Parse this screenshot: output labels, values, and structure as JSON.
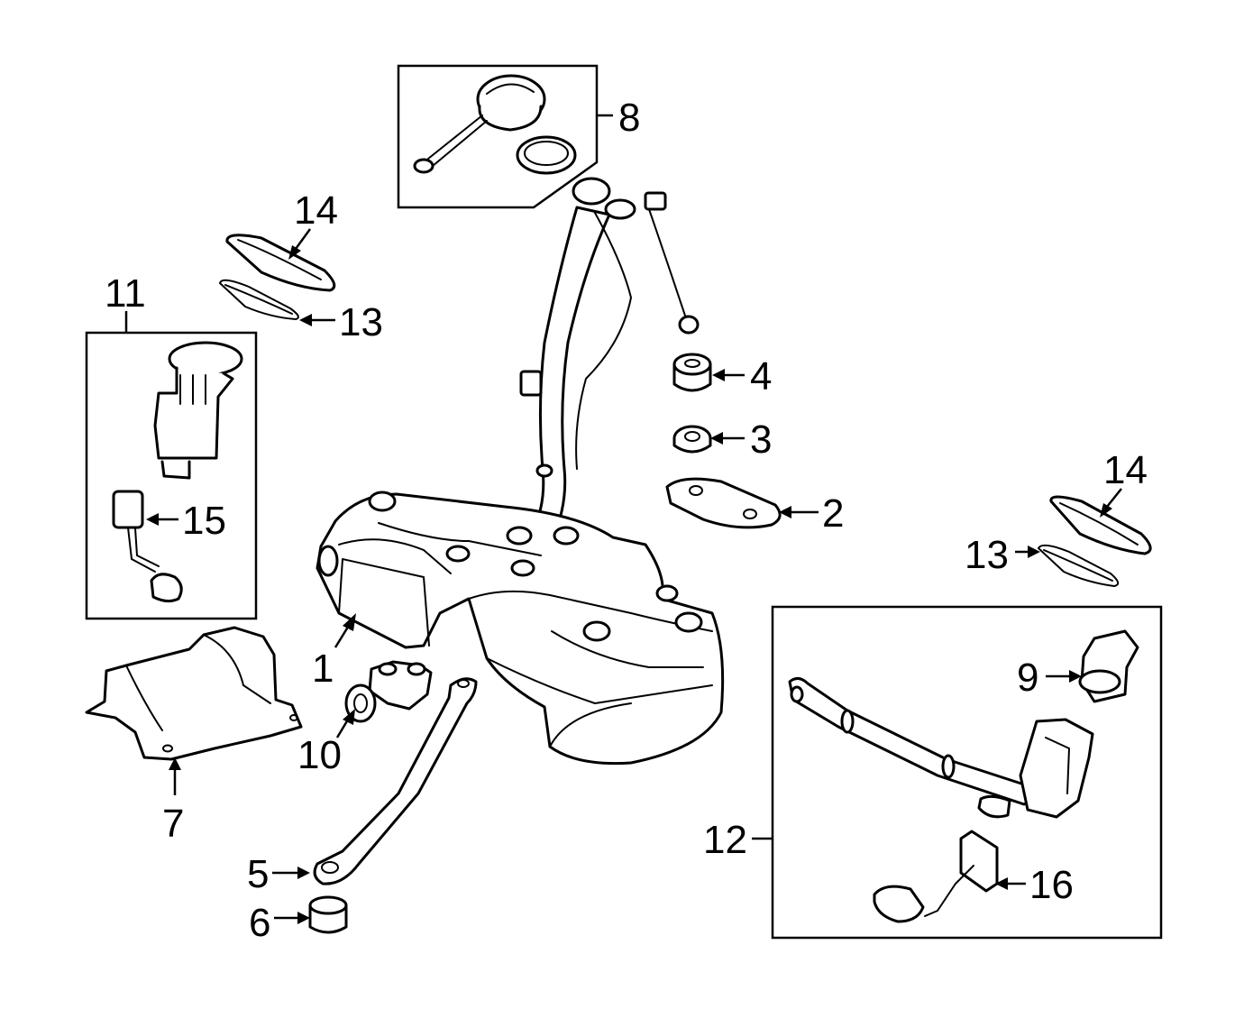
{
  "callouts": [
    {
      "id": "1",
      "text": "1"
    },
    {
      "id": "2",
      "text": "2"
    },
    {
      "id": "3",
      "text": "3"
    },
    {
      "id": "4",
      "text": "4"
    },
    {
      "id": "5",
      "text": "5"
    },
    {
      "id": "6",
      "text": "6"
    },
    {
      "id": "7",
      "text": "7"
    },
    {
      "id": "8",
      "text": "8"
    },
    {
      "id": "9",
      "text": "9"
    },
    {
      "id": "10",
      "text": "10"
    },
    {
      "id": "11",
      "text": "11"
    },
    {
      "id": "12",
      "text": "12"
    },
    {
      "id": "13a",
      "text": "13"
    },
    {
      "id": "13b",
      "text": "13"
    },
    {
      "id": "14a",
      "text": "14"
    },
    {
      "id": "14b",
      "text": "14"
    },
    {
      "id": "15",
      "text": "15"
    },
    {
      "id": "16",
      "text": "16"
    }
  ]
}
